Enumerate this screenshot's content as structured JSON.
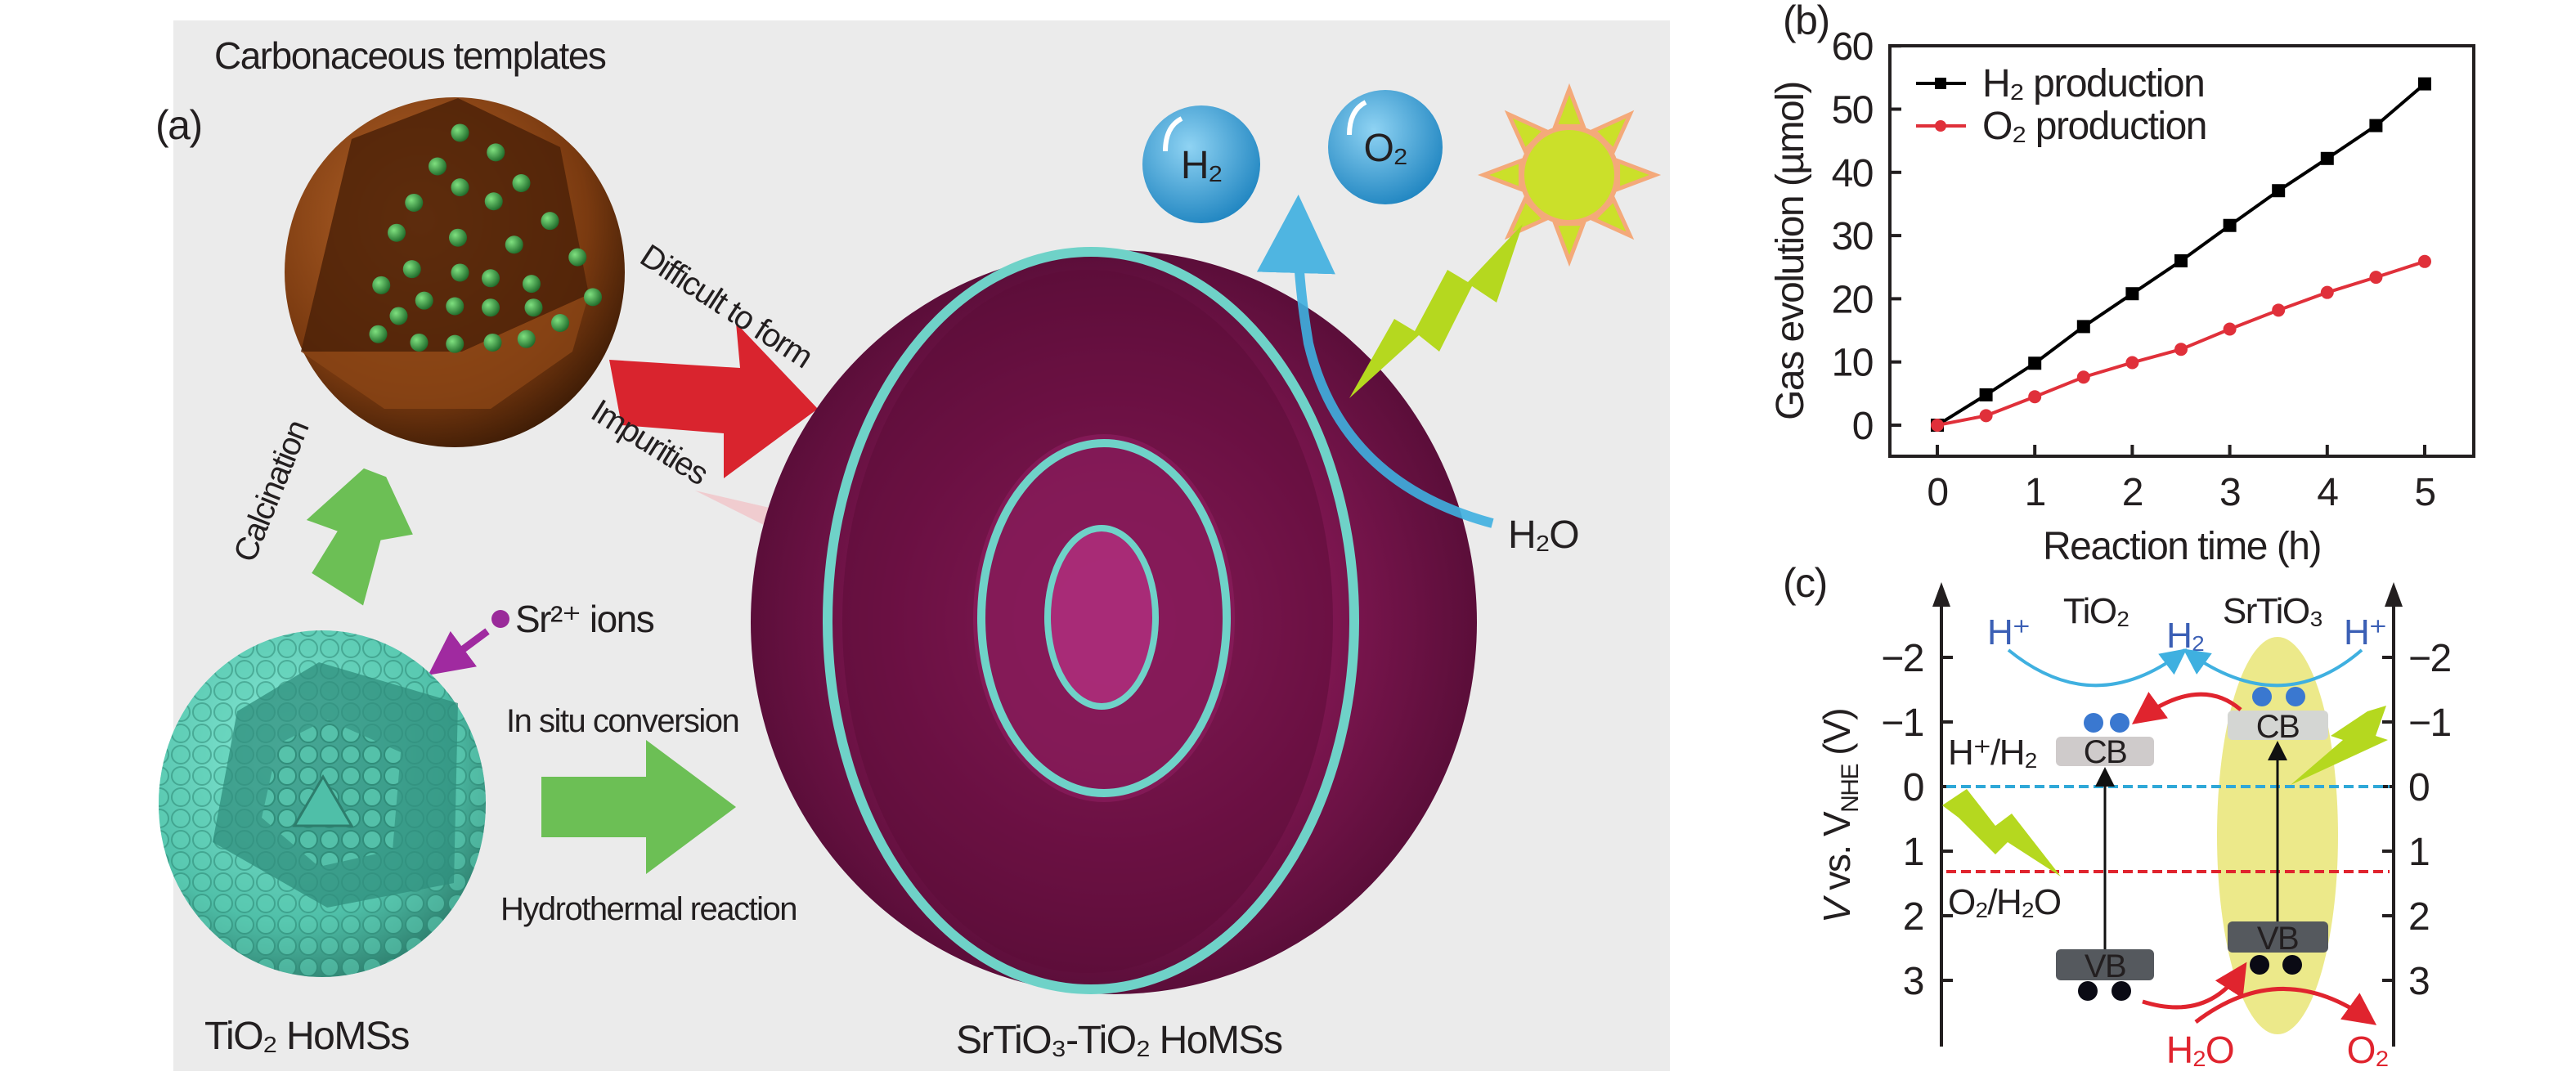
{
  "panel_a": {
    "label": "(a)",
    "title": "Carbonaceous templates",
    "arrow_top_label": "Difficult to form",
    "arrow_bottom_label": "Impurities",
    "calcination_label": "Calcination",
    "sr_ions_label": "Sr²⁺ ions",
    "in_situ_label": "In situ conversion",
    "hydrothermal_label": "Hydrothermal reaction",
    "tio2_caption": "TiO₂ HoMSs",
    "srtio3_caption": "SrTiO₃-TiO₂ HoMSs",
    "h2_bubble": "H₂",
    "o2_bubble": "O₂",
    "h2o_label": "H₂O",
    "colors": {
      "background": "#ebebeb",
      "red_arrow": "#d9242e",
      "green_arrow": "#6cbf55",
      "teal": "#6fd2c8",
      "magenta": "#7d1650",
      "bubble": "#3ea4d8"
    }
  },
  "panel_b": {
    "label": "(b)"
  },
  "chart_data": {
    "type": "line",
    "title": "",
    "xlabel": "Reaction time (h)",
    "ylabel": "Gas evolution (µmol)",
    "xlim": [
      -0.5,
      5.5
    ],
    "ylim": [
      -5,
      60
    ],
    "xticks": [
      0,
      1,
      2,
      3,
      4,
      5
    ],
    "yticks": [
      0,
      10,
      20,
      30,
      40,
      50,
      60
    ],
    "legend_position": "top-left",
    "grid": false,
    "x": [
      0,
      0.5,
      1,
      1.5,
      2,
      2.5,
      3,
      3.5,
      4,
      4.5,
      5
    ],
    "series": [
      {
        "name": "H₂ production",
        "color": "#000000",
        "marker": "square",
        "values": [
          0,
          4.8,
          9.8,
          15.6,
          20.8,
          26.0,
          31.6,
          37.1,
          42.2,
          47.4,
          54.0
        ]
      },
      {
        "name": "O₂ production",
        "color": "#e0303a",
        "marker": "circle",
        "values": [
          0,
          1.5,
          4.5,
          7.6,
          9.9,
          12.0,
          15.2,
          18.2,
          21.0,
          23.4,
          25.9
        ]
      }
    ]
  },
  "panel_c": {
    "label": "(c)",
    "ylabel_main": "V",
    "ylabel_vs": " vs. V",
    "ylabel_sub": "NHE",
    "ylabel_unit": " (V)",
    "yticks": [
      "−2",
      "−1",
      "0",
      "1",
      "2",
      "3"
    ],
    "tio2_label": "TiO₂",
    "srtio3_label": "SrTiO₃",
    "h_plus_left": "H⁺",
    "h2_center": "H₂",
    "h_plus_right": "H⁺",
    "cb_label": "CB",
    "vb_label": "VB",
    "h_couple": "H⁺/H₂",
    "o_couple": "O₂/H₂O",
    "h2o_label": "H₂O",
    "o2_label": "O₂",
    "colors": {
      "blue_text": "#3b5fb5",
      "red_text": "#e0242e",
      "h_line": "#2fa8d8",
      "o_line": "#e0242e",
      "ellipse": "#ece98a"
    }
  }
}
